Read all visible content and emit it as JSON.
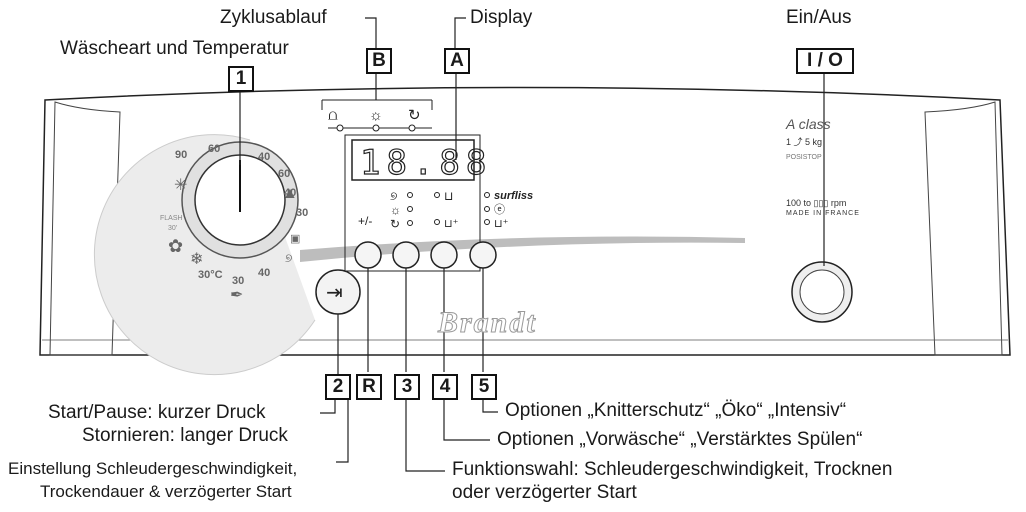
{
  "labels": {
    "cycle": "Zyklusablauf",
    "display": "Display",
    "power": "Ein/Aus",
    "laundry_temp": "Wäscheart und Temperatur",
    "start_pause_1": "Start/Pause: kurzer Druck",
    "start_pause_2": "Stornieren: langer Druck",
    "spin_setting_1": "Einstellung Schleudergeschwindigkeit,",
    "spin_setting_2": "Trockendauer & verzögerter Start",
    "options_crease": "Optionen „Knitterschutz“ „Öko“ „Intensiv“",
    "options_prewash": "Optionen „Vorwäsche“ „Verstärktes Spülen“",
    "function_1": "Funktionswahl: Schleudergeschwindigkeit, Trocknen",
    "function_2": "oder verzögerter Start"
  },
  "callouts": {
    "b": "B",
    "a": "A",
    "one": "1",
    "io": "I / O",
    "two": "2",
    "r": "R",
    "three": "3",
    "four": "4",
    "five": "5"
  },
  "panel": {
    "display_value": "18.88",
    "plusminus": "+/-",
    "surfliss": "surfliss",
    "brand": "Brandt",
    "aclass": "A class",
    "capacity": "1 ⤴ 5 kg",
    "posistop": "POSISTOP",
    "rpm": "100 to ▯▯▯ rpm",
    "made_in": "MADE IN FRANCE",
    "flash": "FLASH",
    "flash_time": "30'",
    "dial": {
      "t90": "90",
      "t60a": "60",
      "t40a": "40",
      "t60b": "60",
      "t40b": "40",
      "t30a": "30",
      "t30c": "30°C",
      "t30b": "30",
      "t40c": "40"
    }
  }
}
